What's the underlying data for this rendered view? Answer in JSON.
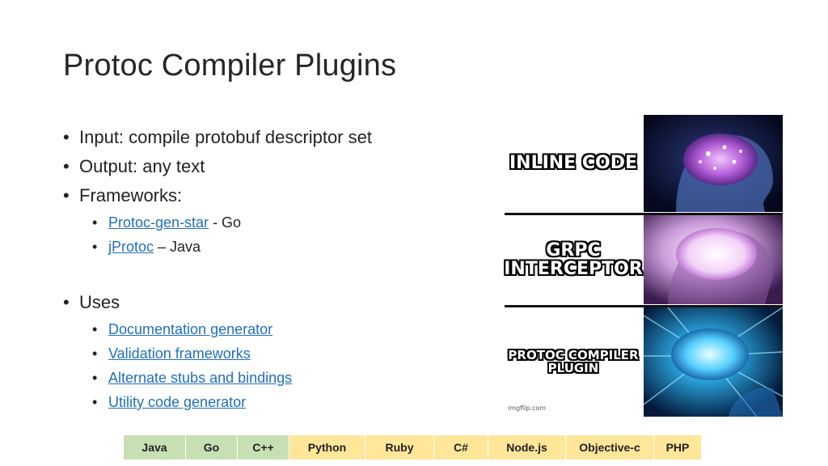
{
  "slide": {
    "title": "Protoc Compiler Plugins"
  },
  "bullets": {
    "input": "Input: compile protobuf descriptor set",
    "output": "Output: any text",
    "frameworks": "Frameworks:",
    "fw1_link": "Protoc-gen-star",
    "fw1_suffix": " - Go",
    "fw2_link": "jProtoc",
    "fw2_suffix": " – Java",
    "uses": "Uses",
    "use1": "Documentation generator",
    "use2": "Validation frameworks",
    "use3": "Alternate stubs and bindings",
    "use4": "Utility code generator",
    "dot": "•"
  },
  "meme": {
    "panel1": "INLINE CODE",
    "panel2": "GRPC INTERCEPTOR",
    "panel3": "PROTOC COMPILER PLUGIN",
    "watermark": "imgflip.com"
  },
  "languages": [
    "Java",
    "Go",
    "C++",
    "Python",
    "Ruby",
    "C#",
    "Node.js",
    "Objective-c",
    "PHP"
  ],
  "colors": {
    "lang_green": "#c6e0b4",
    "lang_yellow": "#ffe699",
    "link": "#1f6fc0"
  }
}
